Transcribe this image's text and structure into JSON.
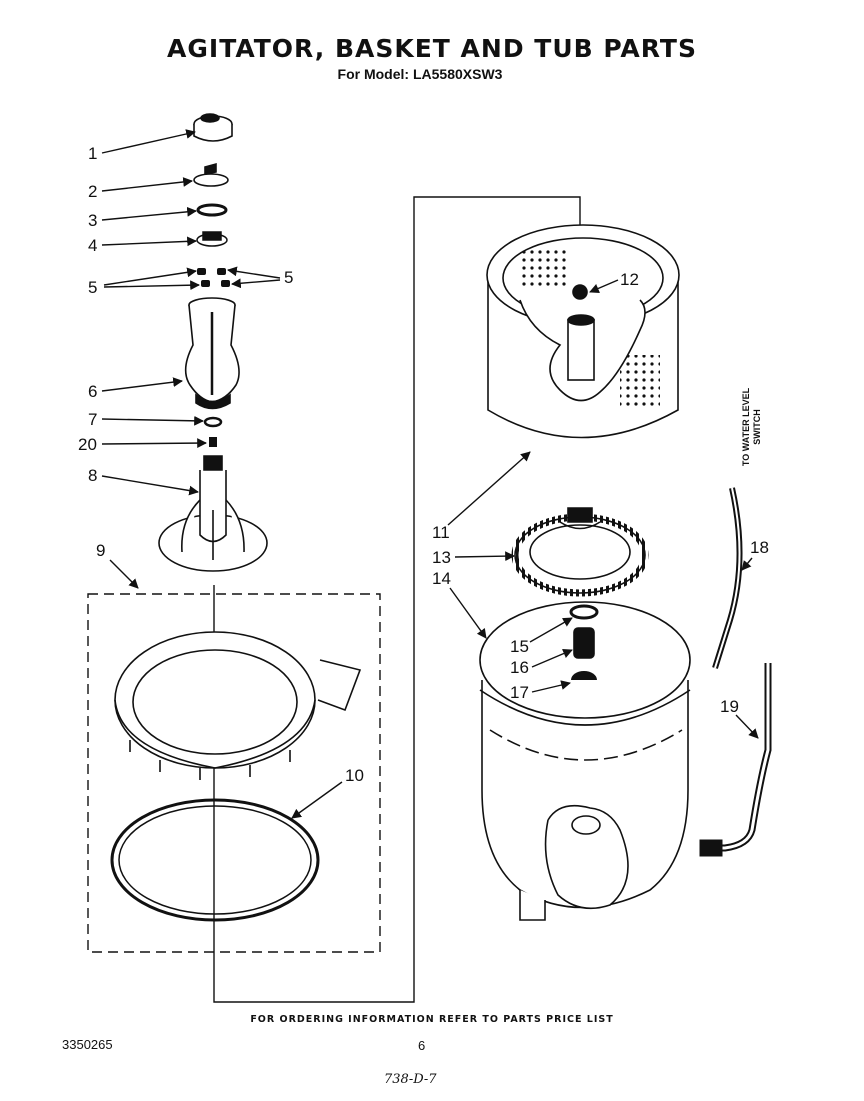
{
  "header": {
    "title": "AGITATOR, BASKET AND TUB PARTS",
    "model_line": "For Model: LA5580XSW3"
  },
  "callouts": [
    "1",
    "2",
    "3",
    "4",
    "5",
    "5",
    "6",
    "7",
    "20",
    "8",
    "9",
    "10",
    "11",
    "12",
    "13",
    "14",
    "15",
    "16",
    "17",
    "18",
    "19"
  ],
  "side_label": {
    "line1": "TO WATER LEVEL",
    "line2": "SWITCH"
  },
  "footer": {
    "ordering_note": "FOR ORDERING INFORMATION REFER TO PARTS PRICE LIST",
    "doc_number": "3350265",
    "page_number": "6",
    "handwritten_note": "738-D-7"
  }
}
